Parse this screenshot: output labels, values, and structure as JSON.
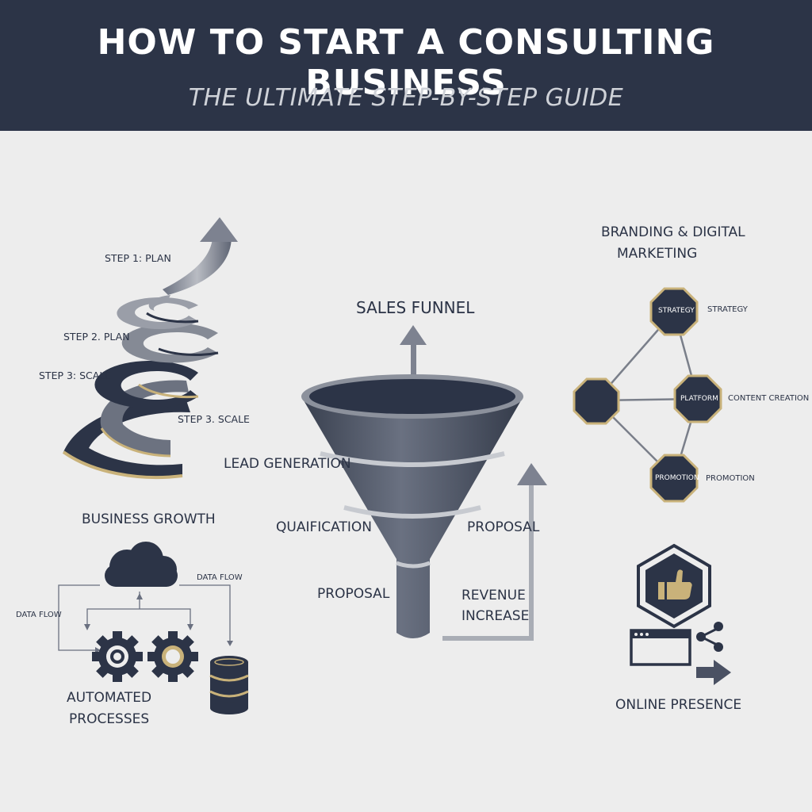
{
  "header": {
    "title": "HOW TO START A CONSULTING BUSINESS",
    "subtitle": "THE ULTIMATE STEP-BY-STEP GUIDE"
  },
  "growth": {
    "steps": [
      "STEP 1: PLAN",
      "STEP 2. PLAN",
      "STEP 3: SCALE",
      "STEP 3. SCALE"
    ],
    "caption": "BUSINESS GROWTH"
  },
  "automation": {
    "data_flow_right": "DATA FLOW",
    "data_flow_left": "DATA FLOW",
    "caption_line1": "AUTOMATED",
    "caption_line2": "PROCESSES"
  },
  "funnel": {
    "title": "SALES FUNNEL",
    "lead_generation": "LEAD GENERATION",
    "qualification": "QUAIFICATION",
    "proposal_right": "PROPOSAL",
    "proposal_left": "PROPOSAL",
    "revenue_line1": "REVENUE",
    "revenue_line2": "INCREASE"
  },
  "branding": {
    "title_line1": "BRANDING & DIGITAL",
    "title_line2": "MARKETING",
    "nodes": {
      "strategy_inner": "STRATEGY",
      "strategy_outer": "STRATEGY",
      "platform_inner": "PLATFORM",
      "content_outer": "CONTENT CREATION",
      "promotion_inner": "PROMOTION",
      "promotion_outer": "PROMOTION"
    }
  },
  "online": {
    "caption": "ONLINE PRESENCE"
  },
  "colors": {
    "navy": "#2c3447",
    "gold": "#c9b27a",
    "background": "#ededed",
    "silver": "#a7abb3"
  }
}
